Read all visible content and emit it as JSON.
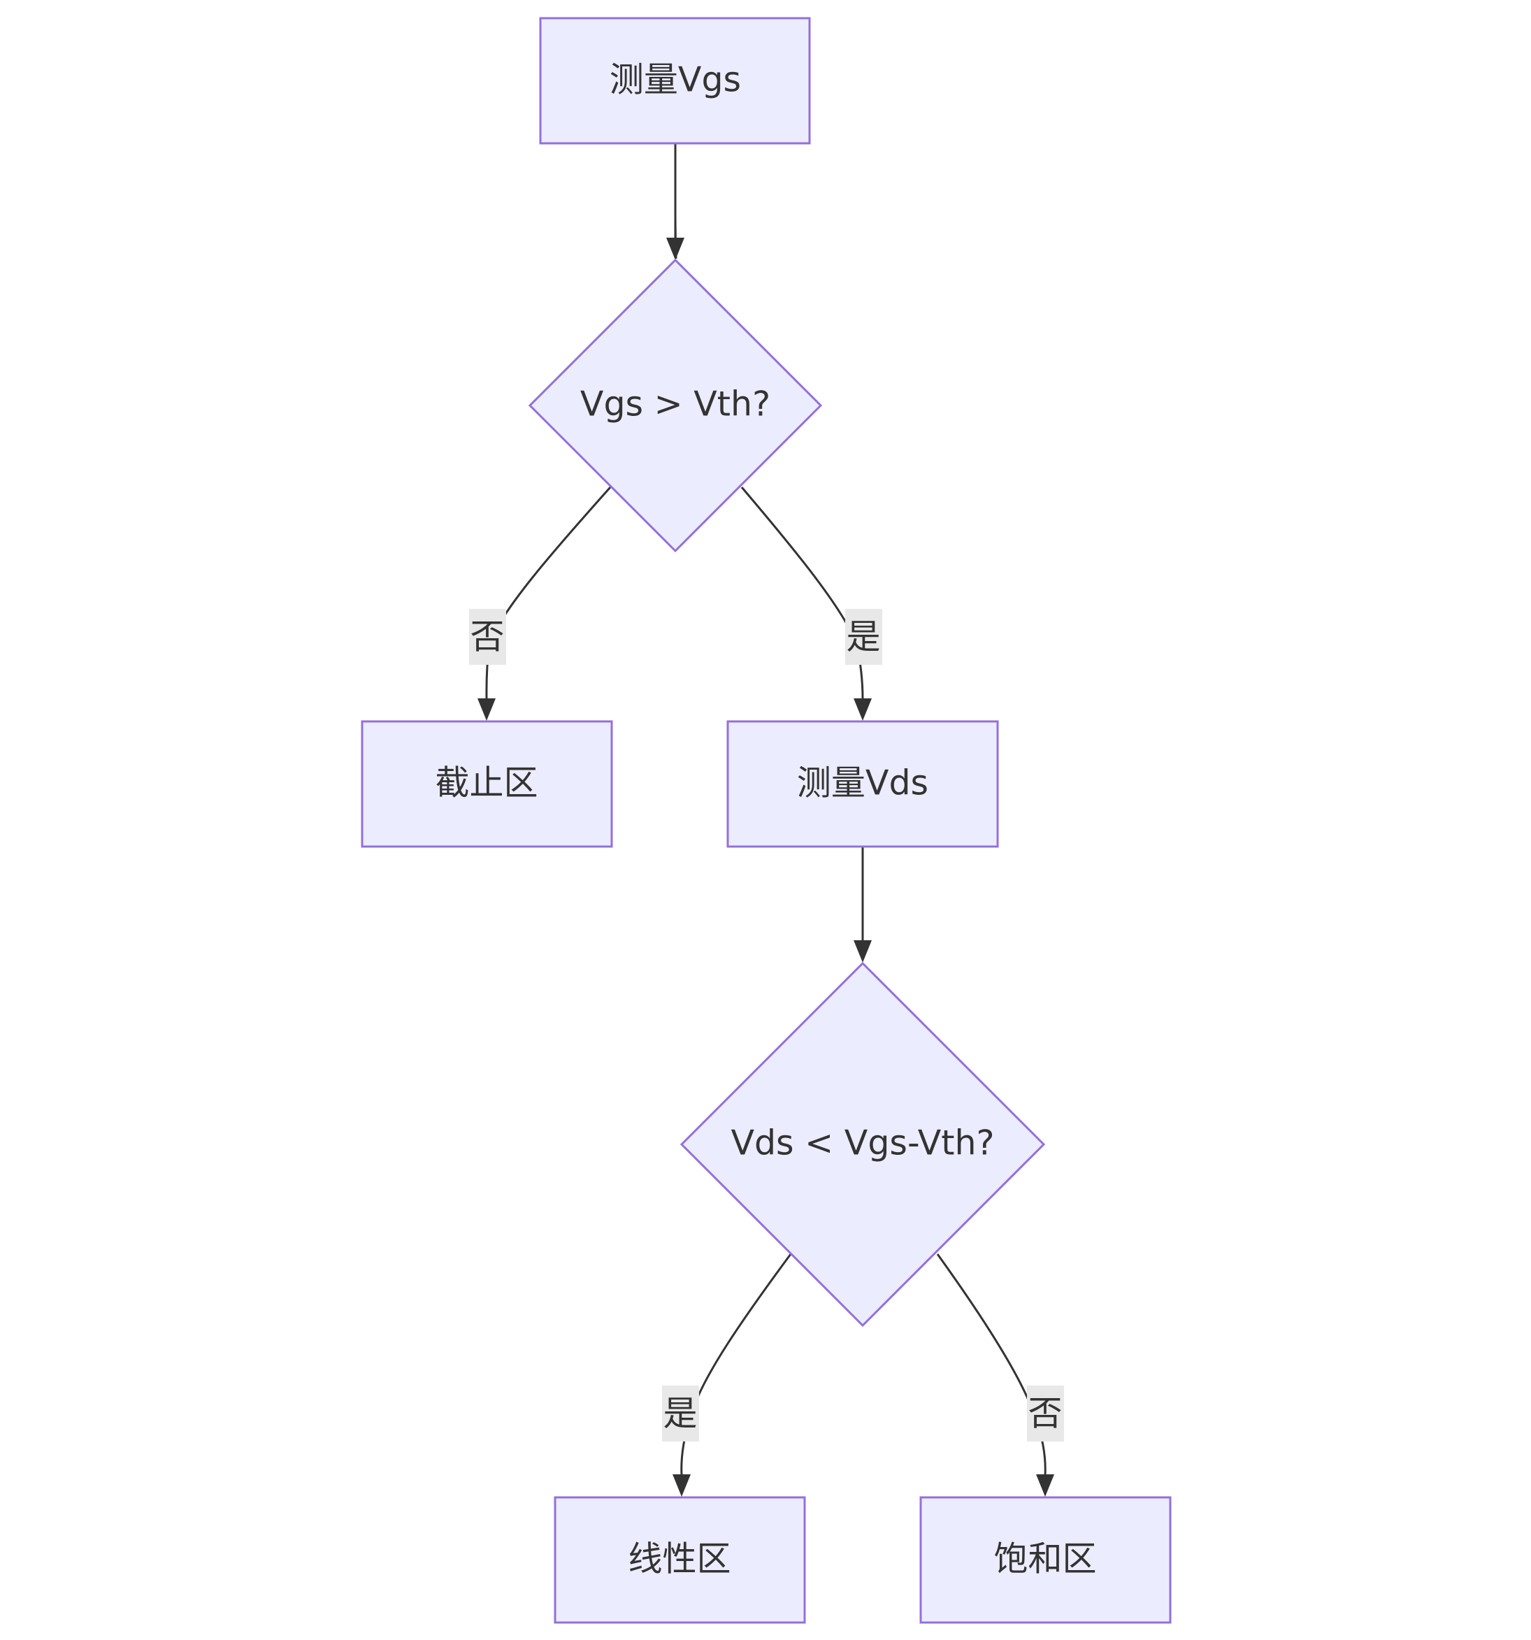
{
  "nodes": {
    "measure_vgs": {
      "label": "测量Vgs"
    },
    "decision_vgs_vth": {
      "label": "Vgs > Vth?"
    },
    "cutoff": {
      "label": "截止区"
    },
    "measure_vds": {
      "label": "测量Vds"
    },
    "decision_vds": {
      "label": "Vds < Vgs-Vth?"
    },
    "linear": {
      "label": "线性区"
    },
    "saturation": {
      "label": "饱和区"
    }
  },
  "edges": {
    "vgs_no": {
      "label": "否"
    },
    "vgs_yes": {
      "label": "是"
    },
    "vds_yes": {
      "label": "是"
    },
    "vds_no": {
      "label": "否"
    }
  },
  "colors": {
    "node_fill": "#ECECFF",
    "node_stroke": "#9370DB",
    "edge": "#333333",
    "label_bg": "#E8E8E8"
  }
}
